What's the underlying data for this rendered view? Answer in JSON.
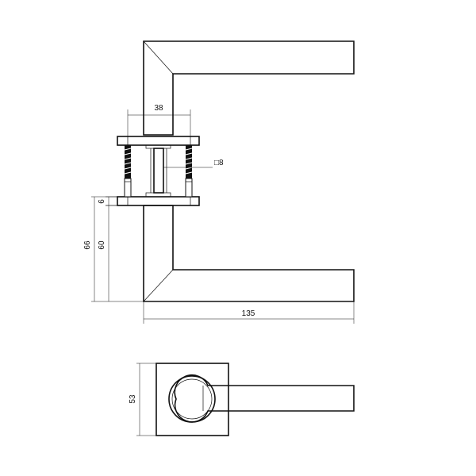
{
  "dimensions": {
    "rose_width": "38",
    "spindle_square": "□8",
    "rose_thickness": "6",
    "lever_height_66": "66",
    "lever_height_60": "60",
    "lever_length": "135",
    "rose_square": "53"
  },
  "colors": {
    "line": "#111111",
    "background": "#ffffff"
  }
}
